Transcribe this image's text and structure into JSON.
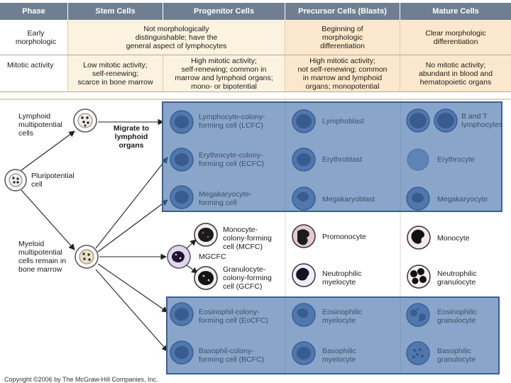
{
  "header": {
    "phase": "Phase",
    "stem": "Stem Cells",
    "progenitor": "Progenitor Cells",
    "precursor": "Precursor Cells (Blasts)",
    "mature": "Mature Cells"
  },
  "rows": {
    "early": {
      "label": "Early\nmorphologic",
      "stem_progenitor": "Not morphologically\ndistinguishable; have the\ngeneral aspect of lymphocytes",
      "precursor": "Beginning of\nmorphologic\ndifferentiation",
      "mature": "Clear morphologic\ndifferentiation"
    },
    "mitotic": {
      "label": "Mitotic activity",
      "stem": "Low mitotic activity;\nself-renewing;\nscarce in bone marrow",
      "progenitor": "High mitotic activity;\nself-renewing; common in\nmarrow and lymphoid organs;\nmono- or bipotential",
      "precursor": "High mitotic activity;\nnot self-renewing; common\nin marrow and lymphoid\norgans; monopotential",
      "mature": "No mitotic activity;\nabundant in blood and\nhematopoietic organs"
    }
  },
  "diagram": {
    "pluripotential": "Pluripotential\ncell",
    "lymphoid_multi": "Lymphoid\nmultipotential\ncells",
    "myeloid_multi": "Myeloid\nmultipotential\ncells remain in\nbone marrow",
    "migrate": "Migrate to\nlymphoid\norgans",
    "mgcfc": "MGCFC",
    "lcfc": "Lymphocyte-colony-\nforming cell (LCFC)",
    "ecfc": "Erythrocyte-colony-\nforming cell (ECFC)",
    "mega_cfc": "Megakaryocyte-\nforming cell",
    "mcfc": "Monocyte-\ncolony-forming\ncell (MCFC)",
    "gcfc": "Granulocyte-\ncolony-forming\ncell (GCFC)",
    "eocfc": "Eosinophil-colony-\nforming cell (EoCFC)",
    "bcfc": "Basophil-colony-\nforming cell (BCFC)",
    "lymphoblast": "Lymphoblast",
    "erythroblast": "Erythroblast",
    "megakaryoblast": "Megakaryoblast",
    "promonocyte": "Promonocyte",
    "neut_myelocyte": "Neutrophilic\nmyelocyte",
    "eos_myelocyte": "Eosinophilic\nmyelocyte",
    "baso_myelocyte": "Basophilic\nmyelocyte",
    "bt_lymphocytes": "B and T\nlymphocytes",
    "erythrocyte": "Erythrocyte",
    "megakaryocyte": "Megakaryocyte",
    "monocyte": "Monocyte",
    "neut_granulocyte": "Neutrophilic\ngranulocyte",
    "eos_granulocyte": "Eosinophilic\ngranulocyte",
    "baso_granulocyte": "Basophilic\ngranulocyte"
  },
  "copyright": "Copyright ©2006 by The McGraw-Hill Companies, Inc.",
  "colors": {
    "header": "#6f7f91",
    "cream": "#fbf3df",
    "peach": "#fbe8cc",
    "overlay": "#406eaa"
  }
}
